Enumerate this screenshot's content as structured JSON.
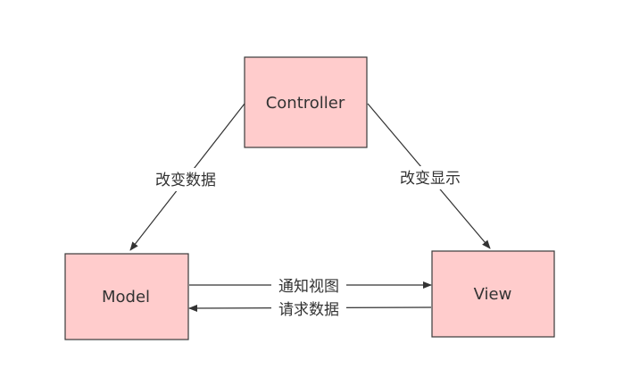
{
  "nodes": {
    "controller": {
      "label": "Controller"
    },
    "model": {
      "label": "Model"
    },
    "view": {
      "label": "View"
    }
  },
  "edges": {
    "controller_to_model": {
      "label": "改变数据"
    },
    "controller_to_view": {
      "label": "改变显示"
    },
    "model_to_view": {
      "label": "通知视图"
    },
    "view_to_model": {
      "label": "请求数据"
    }
  },
  "colors": {
    "node_fill": "#ffcccc",
    "line": "#333333"
  }
}
